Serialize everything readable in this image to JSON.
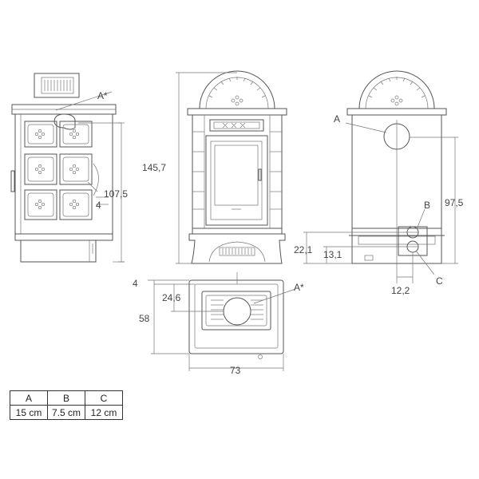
{
  "labels": {
    "a_star_top": "A*",
    "a_star_plan": "A*",
    "a": "A",
    "b": "B",
    "c": "C"
  },
  "dimensions": {
    "height_total": "145,7",
    "height_body": "107,5",
    "side_offset": "4",
    "plan_offset": "4",
    "plan_depth_inner": "24,6",
    "plan_depth": "58",
    "plan_width": "73",
    "rear_height_a": "97,5",
    "rear_height_b": "22,1",
    "rear_height_c": "13,1",
    "rear_offset_c": "12,2"
  },
  "table": {
    "headers": [
      "A",
      "B",
      "C"
    ],
    "values": [
      "15 cm",
      "7.5 cm",
      "12 cm"
    ]
  }
}
